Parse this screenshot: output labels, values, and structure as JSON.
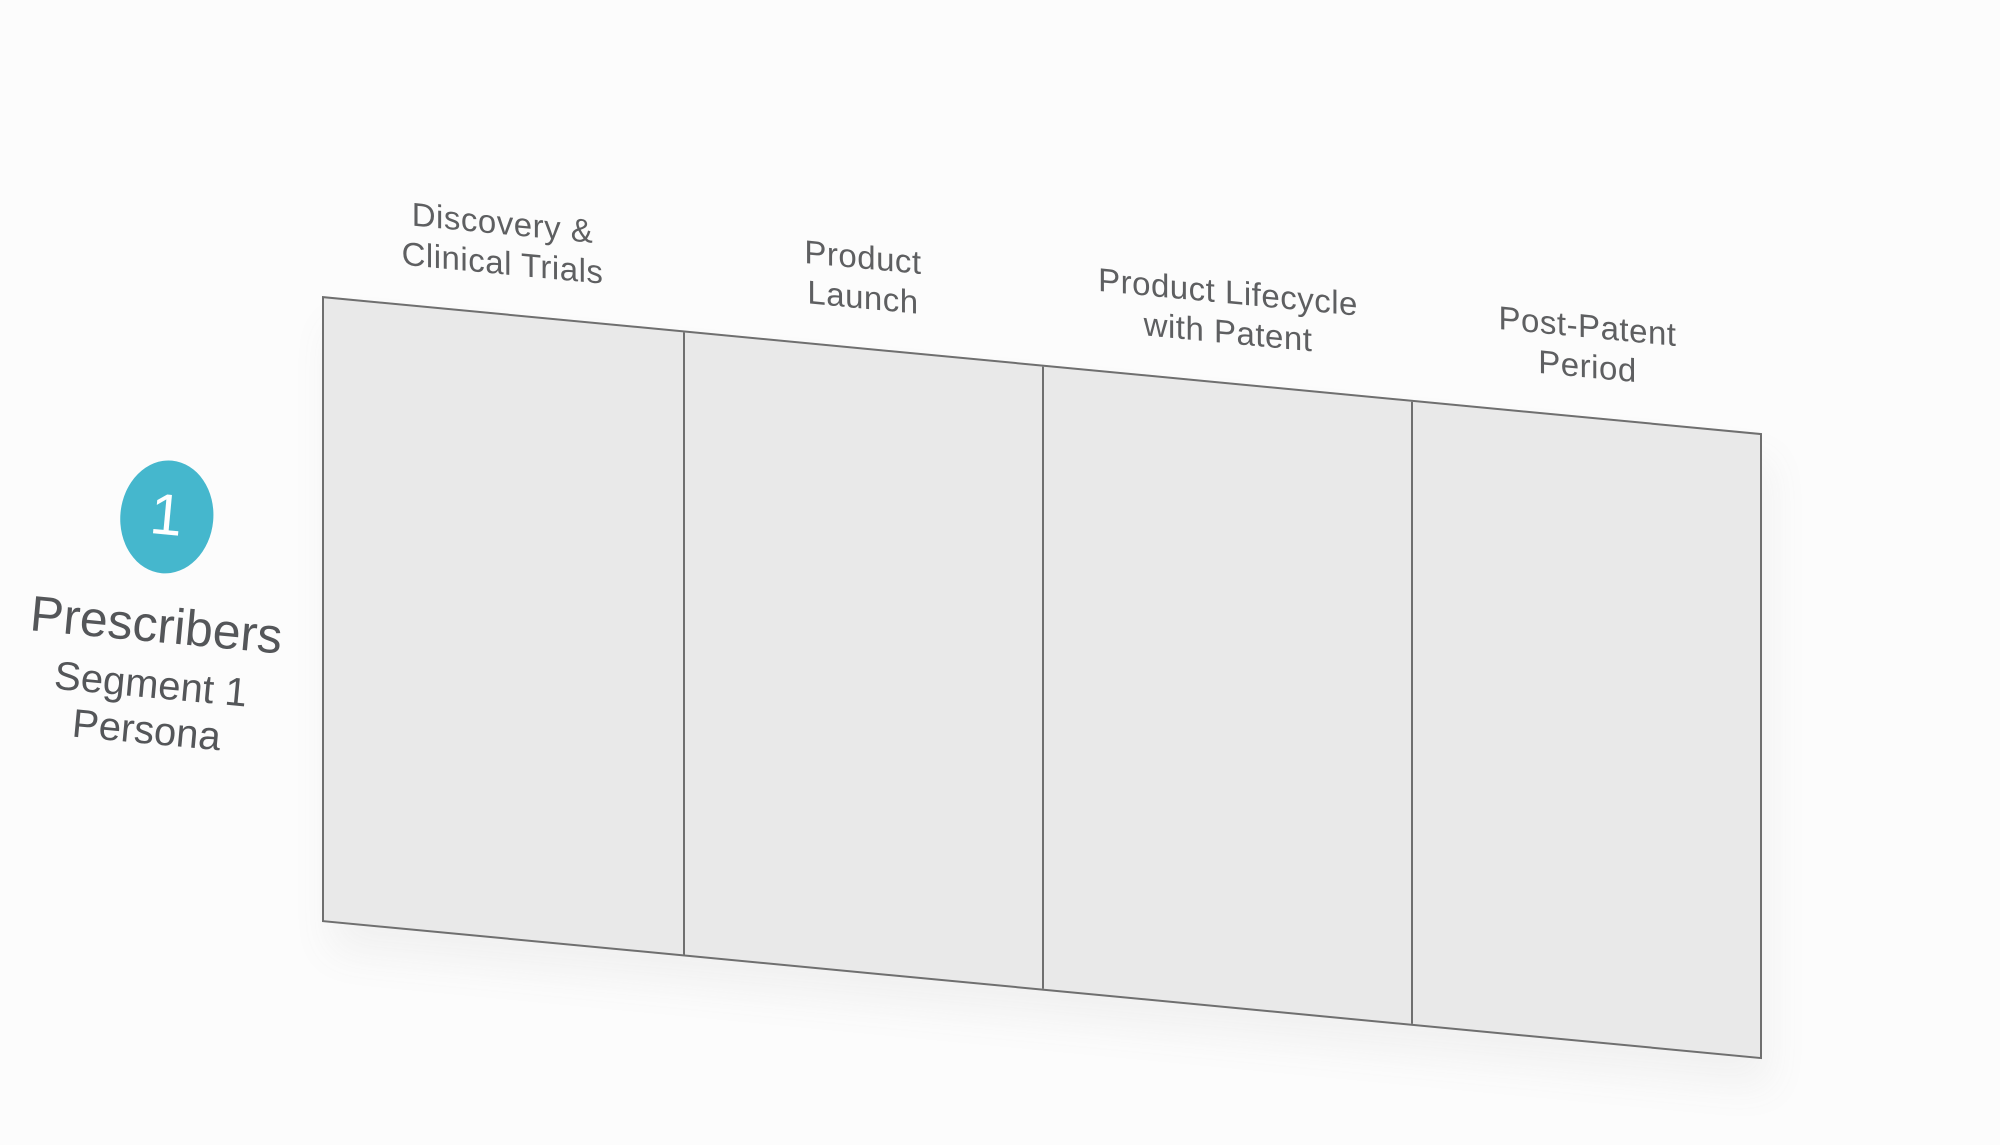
{
  "persona": {
    "number": "1",
    "title": "Prescribers",
    "subtitle_line1": "Segment 1",
    "subtitle_line2": "Persona"
  },
  "stages": {
    "headers": [
      {
        "line1": "Discovery &",
        "line2": "Clinical Trials"
      },
      {
        "line1": "Product",
        "line2": "Launch"
      },
      {
        "line1": "Product Lifecycle",
        "line2": "with Patent"
      },
      {
        "line1": "Post-Patent",
        "line2": "Period"
      }
    ]
  },
  "colors": {
    "background": "#fcfcfc",
    "accent_teal": "#45b7cd",
    "panel_fill": "#e9e9e9",
    "panel_border": "#6f6f6f",
    "text_gray": "#5e5f61"
  }
}
